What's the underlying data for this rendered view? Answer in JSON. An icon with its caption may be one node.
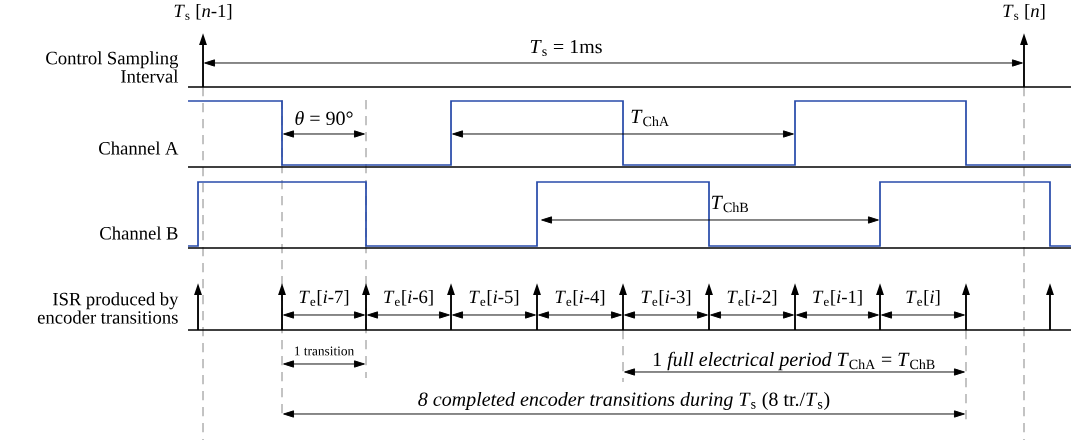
{
  "diagram": {
    "labels": [
      "*T*$_{s}$ [*n*-1]",
      "*T*$_{s}$ [*n*]",
      "Control Sampling Interval",
      "*T*$_{s}$ = 1ms",
      "Channel A",
      "*θ* = 90°",
      "*T*$_{ChA}$",
      "Channel B",
      "*T*$_{ChB}$",
      "ISR produced by encoder transitions",
      "*T*$_{e}$[*i*-7]",
      "*T*$_{e}$[*i*-6]",
      "*T*$_{e}$[*i*-5]",
      "*T*$_{e}$[*i*-4]",
      "*T*$_{e}$[*i*-3]",
      "*T*$_{e}$[*i*-2]",
      "*T*$_{e}$[*i*-1]",
      "*T*$_{e}$[*i*]",
      "1 transition",
      "1 *full electrical period T*$_{ChA}$ = *T*$_{ChB}$",
      "*8 completed encoder transitions during T*$_{s}$ (8 tr./*T*$_{s}$)"
    ]
  }
}
